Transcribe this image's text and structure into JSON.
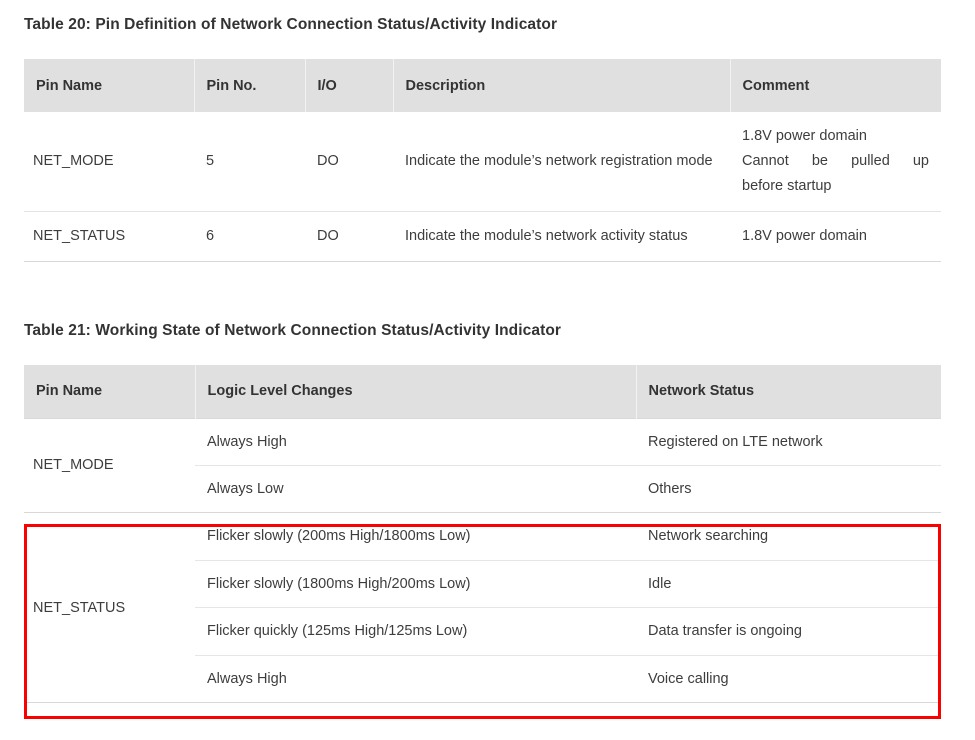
{
  "document": {
    "table20": {
      "caption": "Table 20: Pin Definition of Network Connection Status/Activity Indicator",
      "headers": [
        "Pin Name",
        "Pin No.",
        "I/O",
        "Description",
        "Comment"
      ],
      "rows": [
        {
          "pin_name": "NET_MODE",
          "pin_no": "5",
          "io": "DO",
          "description": "Indicate the module’s network registration mode",
          "comment_line1": "1.8V power domain",
          "comment_line2": "Cannot be pulled up",
          "comment_line3": "before startup"
        },
        {
          "pin_name": "NET_STATUS",
          "pin_no": "6",
          "io": "DO",
          "description": "Indicate the module’s network activity status",
          "comment_line1": "1.8V power domain",
          "comment_line2": "",
          "comment_line3": ""
        }
      ]
    },
    "table21": {
      "caption": "Table 21: Working State of Network Connection Status/Activity Indicator",
      "headers": [
        "Pin Name",
        "Logic Level Changes",
        "Network Status"
      ],
      "groups": [
        {
          "pin_name": "NET_MODE",
          "highlighted": false,
          "rows": [
            {
              "logic": "Always High",
              "status": "Registered on LTE network"
            },
            {
              "logic": "Always Low",
              "status": "Others"
            }
          ]
        },
        {
          "pin_name": "NET_STATUS",
          "highlighted": true,
          "rows": [
            {
              "logic": "Flicker slowly (200ms High/1800ms Low)",
              "status": "Network searching"
            },
            {
              "logic": "Flicker slowly (1800ms High/200ms Low)",
              "status": "Idle"
            },
            {
              "logic": "Flicker quickly (125ms High/125ms Low)",
              "status": "Data transfer is ongoing"
            },
            {
              "logic": "Always High",
              "status": "Voice calling"
            }
          ]
        }
      ]
    },
    "annotation": {
      "highlight_color": "#fb0000",
      "header_fill": "#e0e0e0",
      "text_color": "#3d3d3d"
    }
  }
}
